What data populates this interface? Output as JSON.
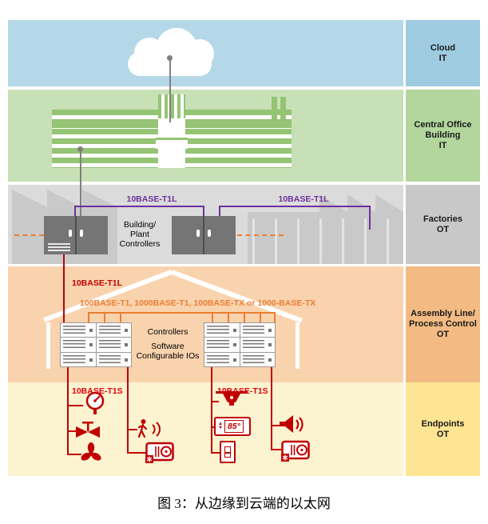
{
  "caption": "图 3：从边缘到云端的以太网",
  "zones": {
    "cloud": {
      "label": "Cloud\nIT"
    },
    "office": {
      "label": "Central Office\nBuilding\nIT"
    },
    "factories": {
      "label": "Factories\nOT"
    },
    "assembly": {
      "label": "Assembly Line/\nProcess Control\nOT"
    },
    "endpoints": {
      "label": "Endpoints\nOT"
    }
  },
  "factory_level": {
    "controllers_label": "Building/\nPlant\nControllers",
    "link_left": "10BASE-T1L",
    "link_right": "10BASE-T1L"
  },
  "assembly_level": {
    "uplink": "10BASE-T1L",
    "bus": "100BASE-T1, 1000BASE-T1, 100BASE-TX or 1000-BASE-TX",
    "controllers": "Controllers",
    "software_io": "Software\nConfigurable IOs"
  },
  "endpoint_level": {
    "link_left": "10BASE-T1S",
    "link_right": "10BASE-T1S",
    "thermostat_value": "85°",
    "icons": [
      "gauge-icon",
      "valve-icon",
      "fan-icon",
      "motion-sensor-icon",
      "hvac-unit-icon",
      "ceiling-sensor-icon",
      "thermostat-icon",
      "light-switch-icon",
      "horn-speaker-icon",
      "hvac-unit-icon"
    ]
  },
  "colors": {
    "cloud_band": "#b5d8e8",
    "cloud_box": "#9fcbe1",
    "office_band": "#c8e0b6",
    "office_box": "#b2d69c",
    "factory_band": "#dbdbdb",
    "factory_box": "#c8c8c8",
    "assembly_band": "#f9d3ae",
    "assembly_box": "#f3bb83",
    "endpoint_band": "#fcf3d0",
    "endpoint_box": "#fee593",
    "link_purple": "#6f2f9f",
    "link_dark_red": "#c00000",
    "link_red": "#e8000d",
    "bus_orange": "#ed7d31",
    "line_gray": "#808080",
    "building_green": "#94c474",
    "silhouette_gray": "#c9c9c9",
    "cabinet_gray": "#757575"
  }
}
